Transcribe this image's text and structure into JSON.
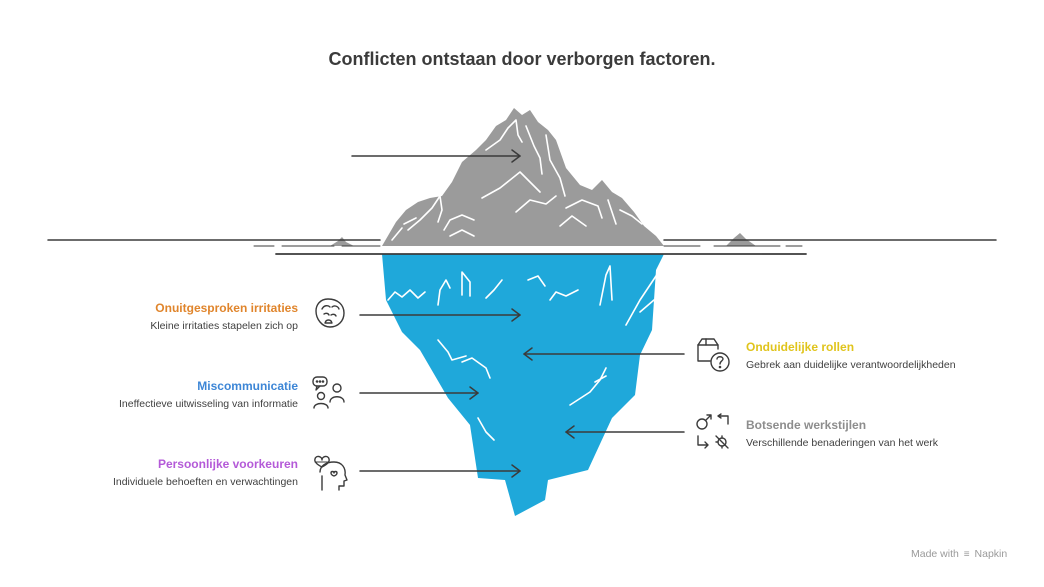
{
  "title": "Conflicten ontstaan door verborgen factoren.",
  "colors": {
    "tip": "#9b9b9b",
    "water": "#1fa8da",
    "line": "#3b3b3b",
    "orange": "#e0852c",
    "blue": "#3d86d6",
    "purple": "#b45ad8",
    "yellow": "#e0c41c",
    "gray": "#8d8d8d"
  },
  "left_items": [
    {
      "title": "Onuitgesproken irritaties",
      "description": "Kleine irritaties stapelen zich op",
      "icon": "frustrated-face-icon",
      "color": "#e0852c"
    },
    {
      "title": "Miscommunicatie",
      "description": "Ineffectieve uitwisseling van informatie",
      "icon": "people-chat-icon",
      "color": "#3d86d6"
    },
    {
      "title": "Persoonlijke voorkeuren",
      "description": "Individuele behoeften en verwachtingen",
      "icon": "head-heart-icon",
      "color": "#b45ad8"
    }
  ],
  "right_items": [
    {
      "title": "Onduidelijke rollen",
      "description": "Gebrek aan duidelijke verantwoordelijkheden",
      "icon": "box-question-icon",
      "color": "#e0c41c"
    },
    {
      "title": "Botsende werkstijlen",
      "description": "Verschillende benaderingen van het werk",
      "icon": "clashing-symbols-icon",
      "color": "#8d8d8d"
    }
  ],
  "watermark": {
    "prefix": "Made with",
    "brand": "Napkin"
  }
}
